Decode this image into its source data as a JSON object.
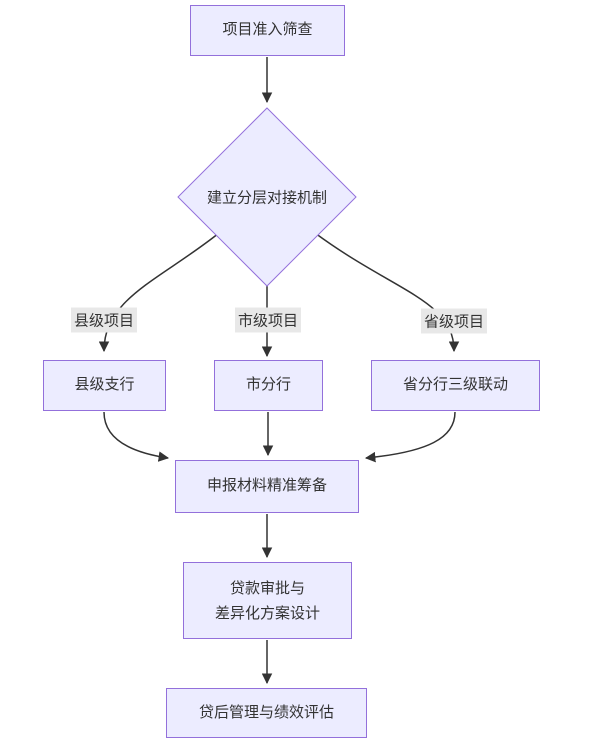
{
  "colors": {
    "background": "#ffffff",
    "node_fill": "#ececff",
    "node_border": "#9370db",
    "text": "#333333",
    "edge": "#333333",
    "edge_label_bg": "#e8e8e8"
  },
  "nodes": {
    "screening": {
      "label": "项目准入筛查"
    },
    "decision": {
      "label": "建立分层对接机制"
    },
    "county_branch": {
      "label": "县级支行"
    },
    "city_branch": {
      "label": "市分行"
    },
    "province_branch": {
      "label": "省分行三级联动"
    },
    "materials": {
      "label": "申报材料精准筹备"
    },
    "approval": {
      "line1": "贷款审批与",
      "line2": "差异化方案设计"
    },
    "post_loan": {
      "label": "贷后管理与绩效评估"
    }
  },
  "edge_labels": {
    "county": "县级项目",
    "city": "市级项目",
    "province": "省级项目"
  },
  "edges": [
    {
      "from": "项目准入筛查",
      "to": "建立分层对接机制",
      "label": ""
    },
    {
      "from": "建立分层对接机制",
      "to": "县级支行",
      "label": "县级项目"
    },
    {
      "from": "建立分层对接机制",
      "to": "市分行",
      "label": "市级项目"
    },
    {
      "from": "建立分层对接机制",
      "to": "省分行三级联动",
      "label": "省级项目"
    },
    {
      "from": "县级支行",
      "to": "申报材料精准筹备",
      "label": ""
    },
    {
      "from": "市分行",
      "to": "申报材料精准筹备",
      "label": ""
    },
    {
      "from": "省分行三级联动",
      "to": "申报材料精准筹备",
      "label": ""
    },
    {
      "from": "申报材料精准筹备",
      "to": "贷款审批与差异化方案设计",
      "label": ""
    },
    {
      "from": "贷款审批与差异化方案设计",
      "to": "贷后管理与绩效评估",
      "label": ""
    }
  ]
}
